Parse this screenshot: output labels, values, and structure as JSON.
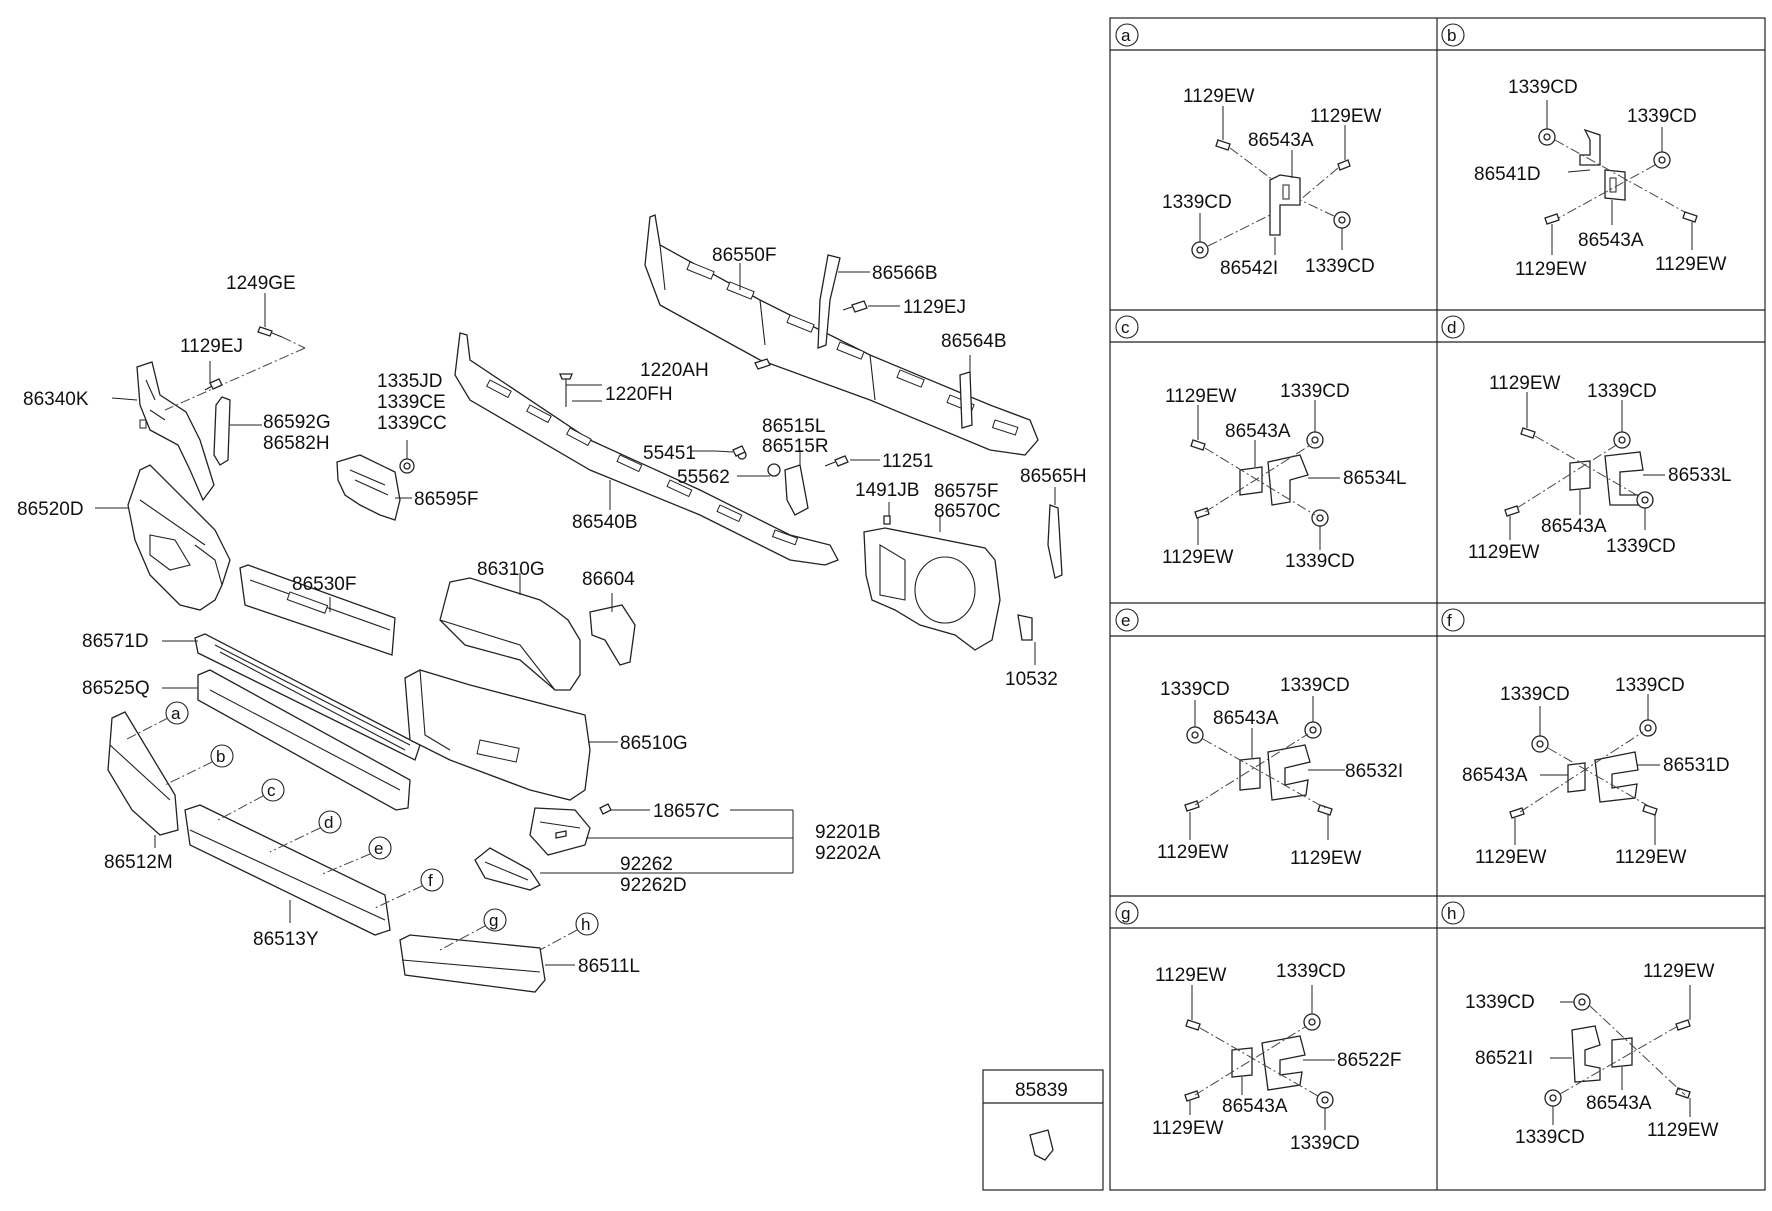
{
  "main_labels": {
    "p1249GE": "1249GE",
    "p1129EJ_left": "1129EJ",
    "p86340K": "86340K",
    "p86592G": "86592G",
    "p86582H": "86582H",
    "p1335JD": "1335JD",
    "p1339CE": "1339CE",
    "p1339CC": "1339CC",
    "p86595F": "86595F",
    "p86520D": "86520D",
    "p86550F": "86550F",
    "p86566B": "86566B",
    "p1129EJ_right": "1129EJ",
    "p86564B": "86564B",
    "p1220AH": "1220AH",
    "p1220FH": "1220FH",
    "p86515L": "86515L",
    "p86515R": "86515R",
    "p55451": "55451",
    "p55562": "55562",
    "p11251": "11251",
    "p1491JB": "1491JB",
    "p86575F": "86575F",
    "p86570C": "86570C",
    "p86565H": "86565H",
    "p86540B": "86540B",
    "p86530F": "86530F",
    "p86310G": "86310G",
    "p86604": "86604",
    "p86571D": "86571D",
    "p86525Q": "86525Q",
    "p86510G": "86510G",
    "p10532": "10532",
    "p18657C": "18657C",
    "p92201B": "92201B",
    "p92202A": "92202A",
    "p92262": "92262",
    "p92262D": "92262D",
    "p86512M": "86512M",
    "p86513Y": "86513Y",
    "p86511L": "86511L",
    "p85839": "85839"
  },
  "callouts": [
    "a",
    "b",
    "c",
    "d",
    "e",
    "f",
    "g",
    "h"
  ],
  "panels": {
    "a": {
      "header": "a",
      "labels": [
        "1129EW",
        "86543A",
        "1129EW",
        "1339CD",
        "86542I",
        "1339CD"
      ]
    },
    "b": {
      "header": "b",
      "labels": [
        "1339CD",
        "1339CD",
        "86541D",
        "86543A",
        "1129EW",
        "1129EW"
      ]
    },
    "c": {
      "header": "c",
      "labels": [
        "1129EW",
        "1339CD",
        "86543A",
        "86534L",
        "1129EW",
        "1339CD"
      ]
    },
    "d": {
      "header": "d",
      "labels": [
        "1129EW",
        "1339CD",
        "86533L",
        "86543A",
        "1129EW",
        "1339CD"
      ]
    },
    "e": {
      "header": "e",
      "labels": [
        "1339CD",
        "1339CD",
        "86543A",
        "86532I",
        "1129EW",
        "1129EW"
      ]
    },
    "f": {
      "header": "f",
      "labels": [
        "1339CD",
        "1339CD",
        "86543A",
        "86531D",
        "1129EW",
        "1129EW"
      ]
    },
    "g": {
      "header": "g",
      "labels": [
        "1129EW",
        "1339CD",
        "86522F",
        "1129EW",
        "86543A",
        "1339CD"
      ]
    },
    "h": {
      "header": "h",
      "labels": [
        "1129EW",
        "1339CD",
        "86521I",
        "86543A",
        "1339CD",
        "1129EW"
      ]
    }
  }
}
